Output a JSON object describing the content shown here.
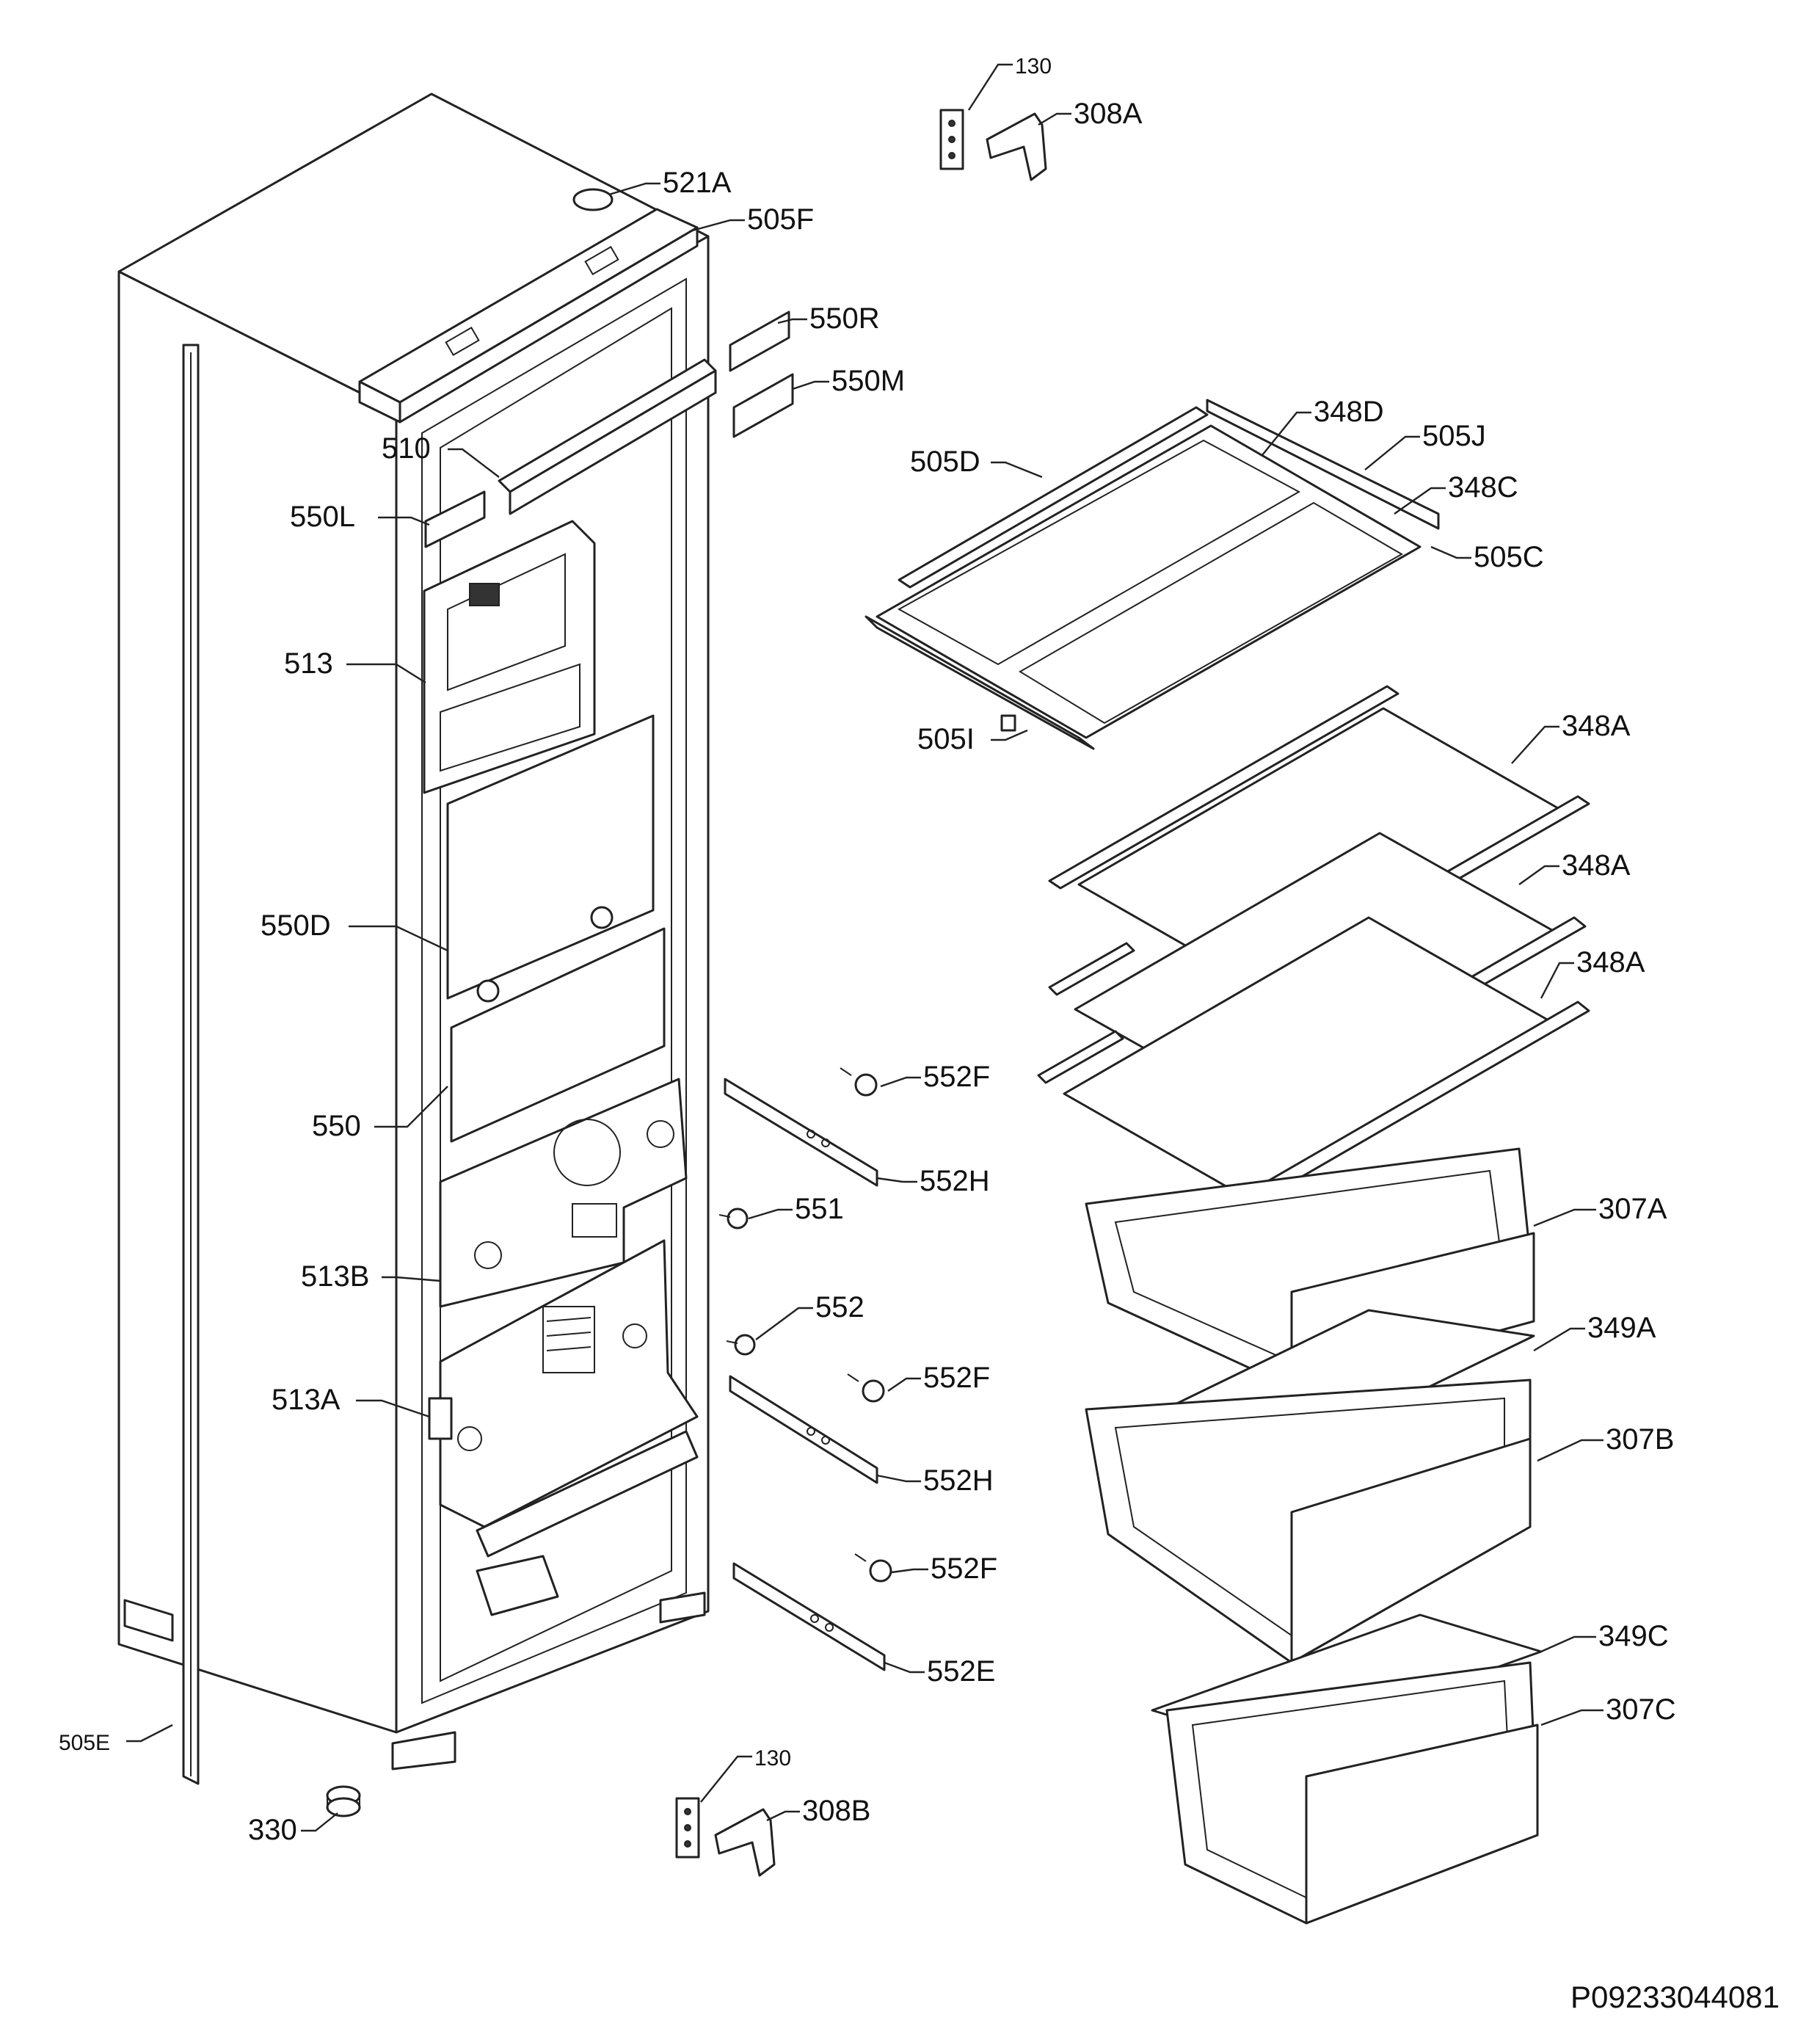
{
  "diagram": {
    "document_code": "P09233044081",
    "part_labels": [
      "130",
      "308A",
      "521A",
      "505F",
      "550R",
      "550M",
      "510",
      "550L",
      "348D",
      "505J",
      "505D",
      "348C",
      "505C",
      "505I",
      "513",
      "348A",
      "348A",
      "348A",
      "550D",
      "550",
      "552F",
      "552H",
      "551",
      "307A",
      "513B",
      "552",
      "349A",
      "552F",
      "513A",
      "307B",
      "552H",
      "552F",
      "349C",
      "552E",
      "307C",
      "505E",
      "130",
      "308B",
      "330"
    ]
  }
}
